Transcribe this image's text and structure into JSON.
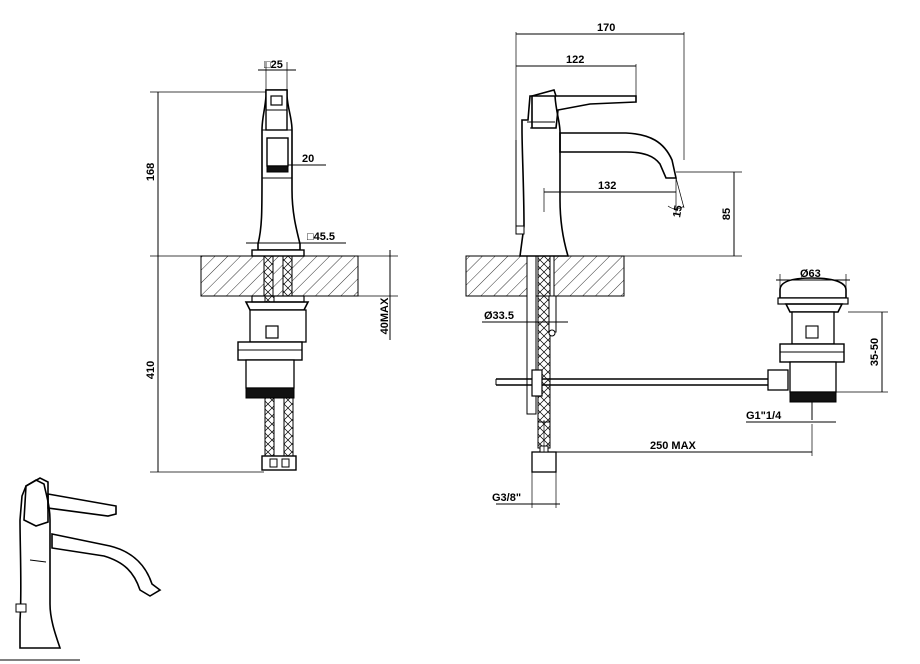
{
  "dimensions": {
    "front_handle_square": "□25",
    "front_height_total": "168",
    "front_handle_width": "20",
    "front_base_square": "□45.5",
    "front_below_deck": "410",
    "deck_thickness": "40MAX",
    "side_overall_reach": "170",
    "side_lever_reach": "122",
    "side_spout_reach": "132",
    "side_spout_angle": "15",
    "side_spout_height": "85",
    "side_shank_diameter": "Ø33.5",
    "waste_cap_diameter": "Ø63",
    "waste_adjust": "35-50",
    "waste_thread": "G1\"1/4",
    "waste_rod_length": "250  MAX",
    "supply_thread": "G3/8\""
  }
}
